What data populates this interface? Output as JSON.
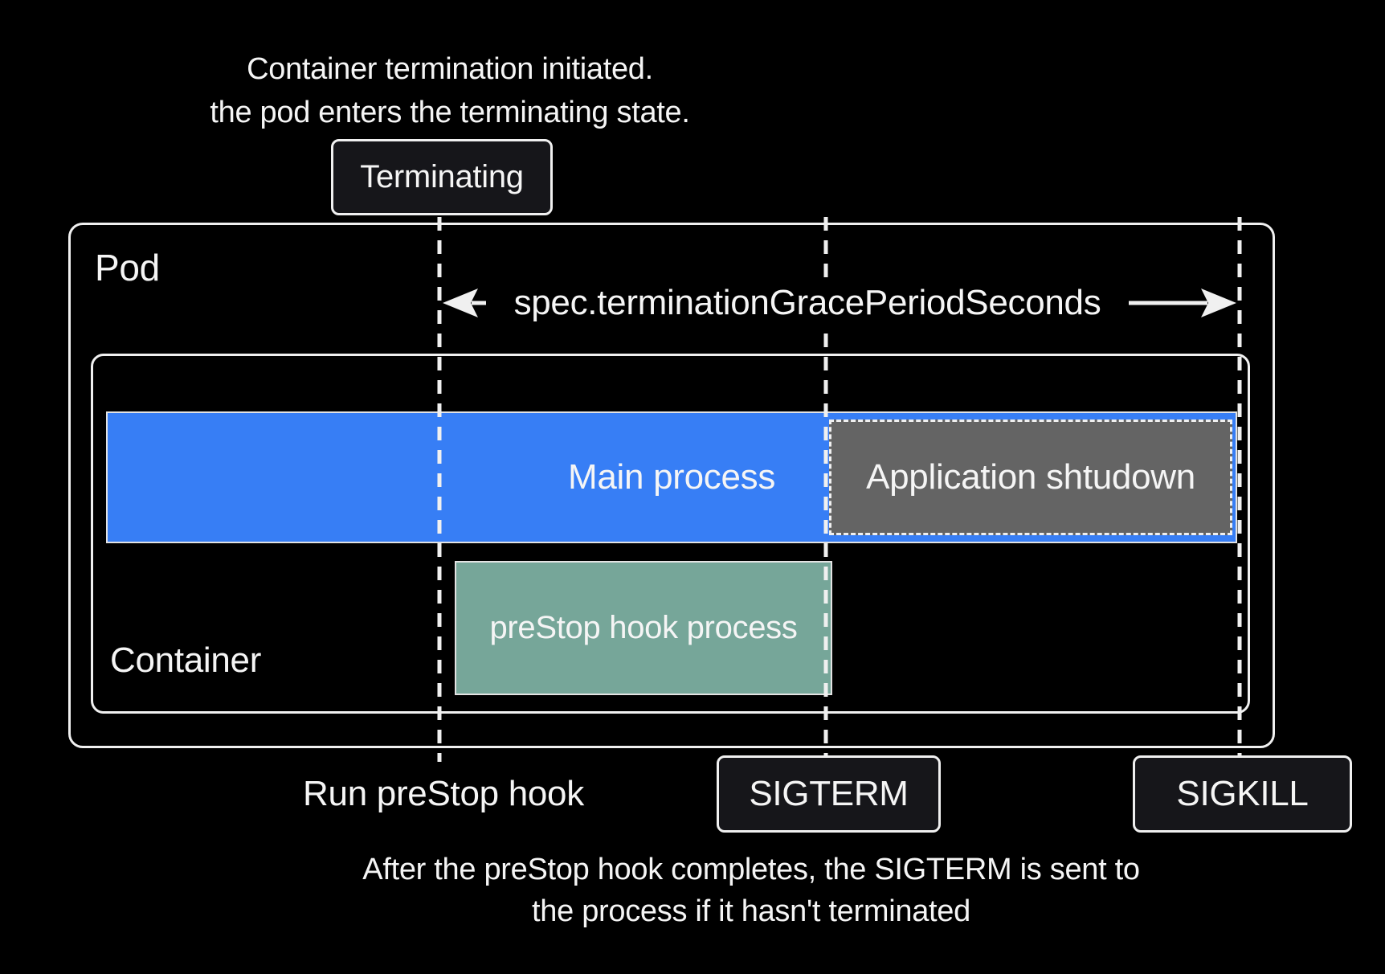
{
  "colors": {
    "background": "#000000",
    "bar_blue": "#377ef5",
    "bar_green": "#76a699",
    "box_gray": "#646464",
    "badge_fill": "#16161a",
    "stroke": "#f0f0f0",
    "text": "#f5f5f5"
  },
  "top_caption": {
    "line1": "Container termination initiated.",
    "line2": "the pod enters the terminating state."
  },
  "badges": {
    "terminating": "Terminating",
    "sigterm": "SIGTERM",
    "sigkill": "SIGKILL"
  },
  "pod": {
    "label": "Pod",
    "container_label": "Container"
  },
  "arrow": {
    "label": "spec.terminationGracePeriodSeconds"
  },
  "bars": {
    "main_process": "Main process",
    "application_shutdown": "Application shtudown",
    "prestop_hook": "preStop hook process"
  },
  "timeline": {
    "run_prestop": "Run preStop hook"
  },
  "bottom_caption": {
    "line1": "After the preStop hook completes, the SIGTERM is sent to",
    "line2": "the process if it hasn't terminated"
  }
}
